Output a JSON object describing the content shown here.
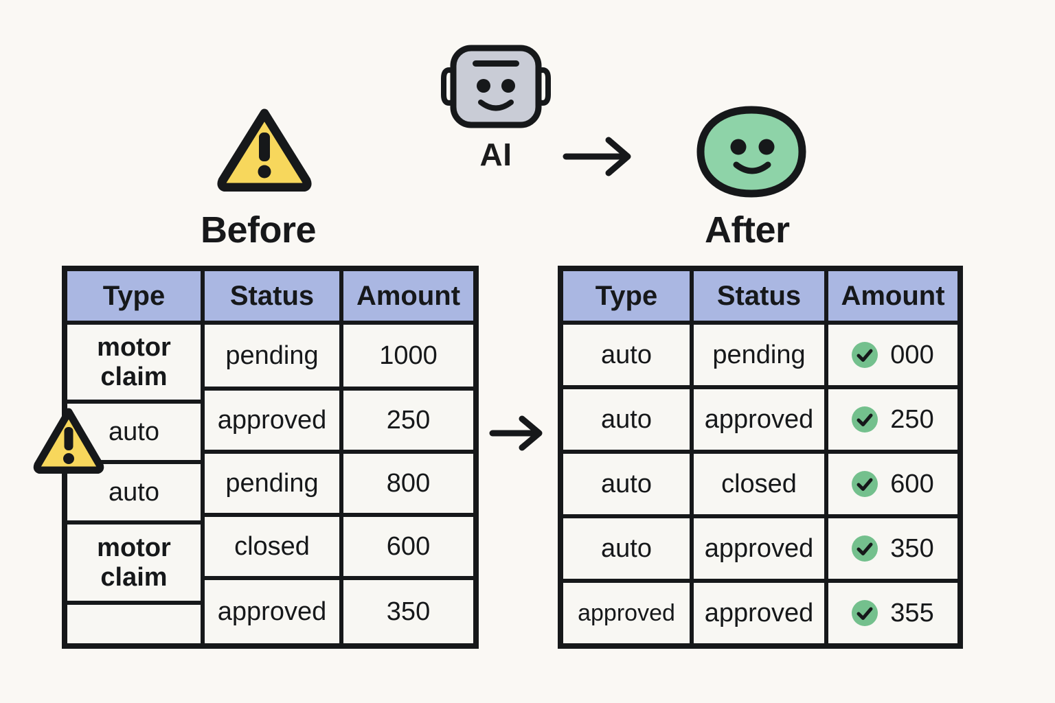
{
  "page": {
    "background_color": "#faf8f4",
    "ai_label": "AI"
  },
  "icons": {
    "warning_big": "warning-triangle-icon",
    "robot": "ai-robot-face-icon",
    "arrow_top": "arrow-right-icon",
    "smiley": "green-smiley-face-icon",
    "arrow_middle": "arrow-right-icon",
    "warning_small": "warning-triangle-icon",
    "check": "check-circle-icon"
  },
  "colors": {
    "header_blue": "#aab7e2",
    "cell_white": "#f8f7f3",
    "border_dark": "#16181a",
    "warning_yellow": "#f7d75c",
    "smiley_green": "#8ed3a8",
    "check_green": "#74c08d",
    "robot_gray": "#c9ccd6"
  },
  "before": {
    "caption": "Before",
    "columns": [
      "Type",
      "Status",
      "Amount"
    ],
    "type_cells": [
      "motor claim",
      "auto",
      "auto",
      "motor claim",
      ""
    ],
    "rows": [
      {
        "status": "pending",
        "amount": "1000"
      },
      {
        "status": "approved",
        "amount": "250"
      },
      {
        "status": "pending",
        "amount": "800"
      },
      {
        "status": "closed",
        "amount": "600"
      },
      {
        "status": "approved",
        "amount": "350"
      }
    ]
  },
  "after": {
    "caption": "After",
    "columns": [
      "Type",
      "Status",
      "Amount"
    ],
    "rows": [
      {
        "type": "auto",
        "status": "pending",
        "amount": "000",
        "verified": true
      },
      {
        "type": "auto",
        "status": "approved",
        "amount": "250",
        "verified": true
      },
      {
        "type": "auto",
        "status": "closed",
        "amount": "600",
        "verified": true
      },
      {
        "type": "auto",
        "status": "approved",
        "amount": "350",
        "verified": true
      },
      {
        "type": "approved",
        "status": "approved",
        "amount": "355",
        "verified": true
      }
    ]
  }
}
